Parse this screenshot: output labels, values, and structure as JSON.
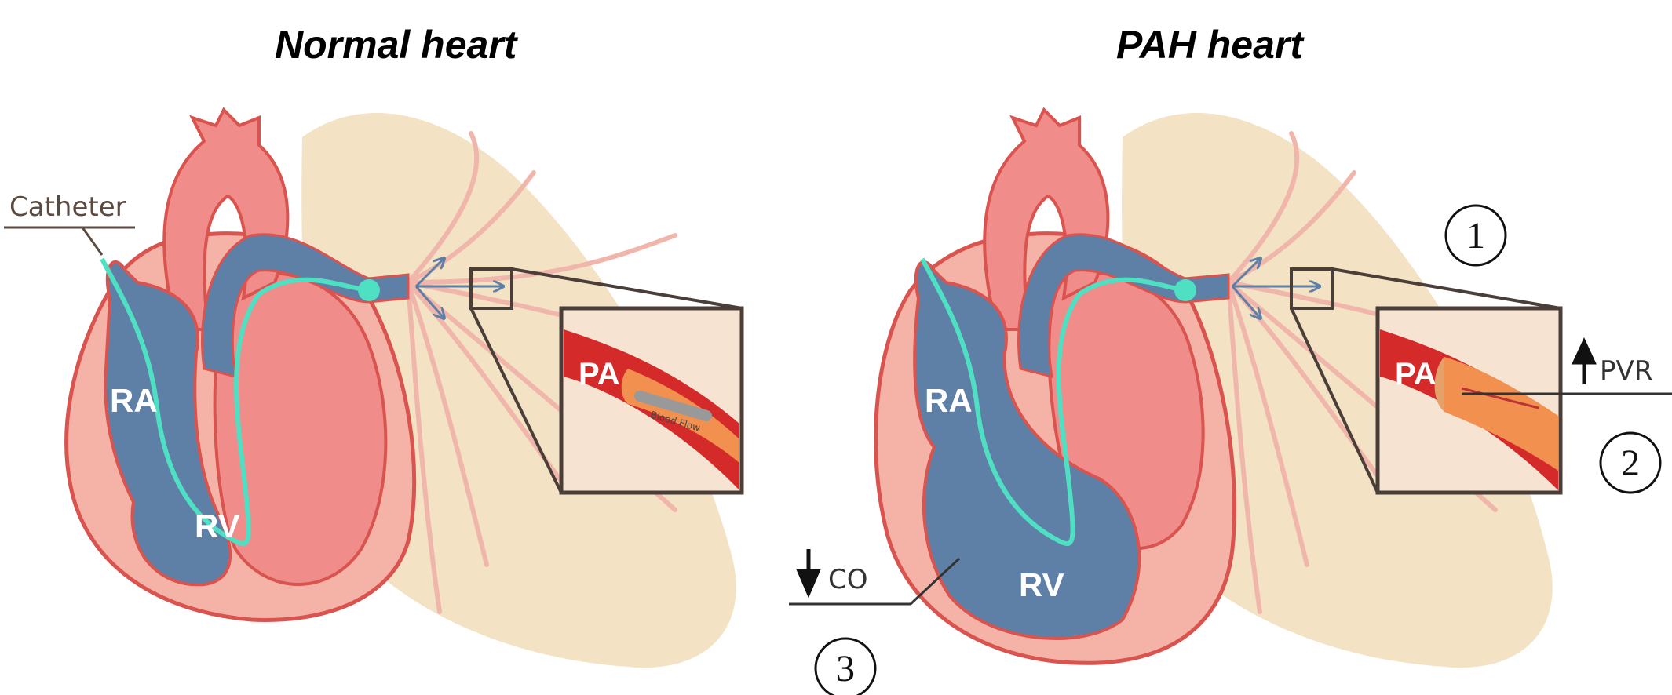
{
  "titles": {
    "normal": "Normal heart",
    "pah": "PAH heart"
  },
  "labels": {
    "catheter": "Catheter",
    "ra": "RA",
    "rv": "RV",
    "pa": "PA",
    "blood_flow": "Blood Flow",
    "pvr": "PVR",
    "co": "CO"
  },
  "markers": {
    "one": "1",
    "two": "2",
    "three": "3"
  },
  "colors": {
    "lung": "#f3e2c3",
    "lung_vessel": "#f0b6ac",
    "heart_outer": "#f5b3a8",
    "heart_wall": "#f08c8a",
    "heart_outline": "#d9534f",
    "venous_blue": "#5e7fa6",
    "catheter": "#4fe0c3",
    "artery_red": "#d42a2a",
    "artery_inner": "#f29050"
  }
}
